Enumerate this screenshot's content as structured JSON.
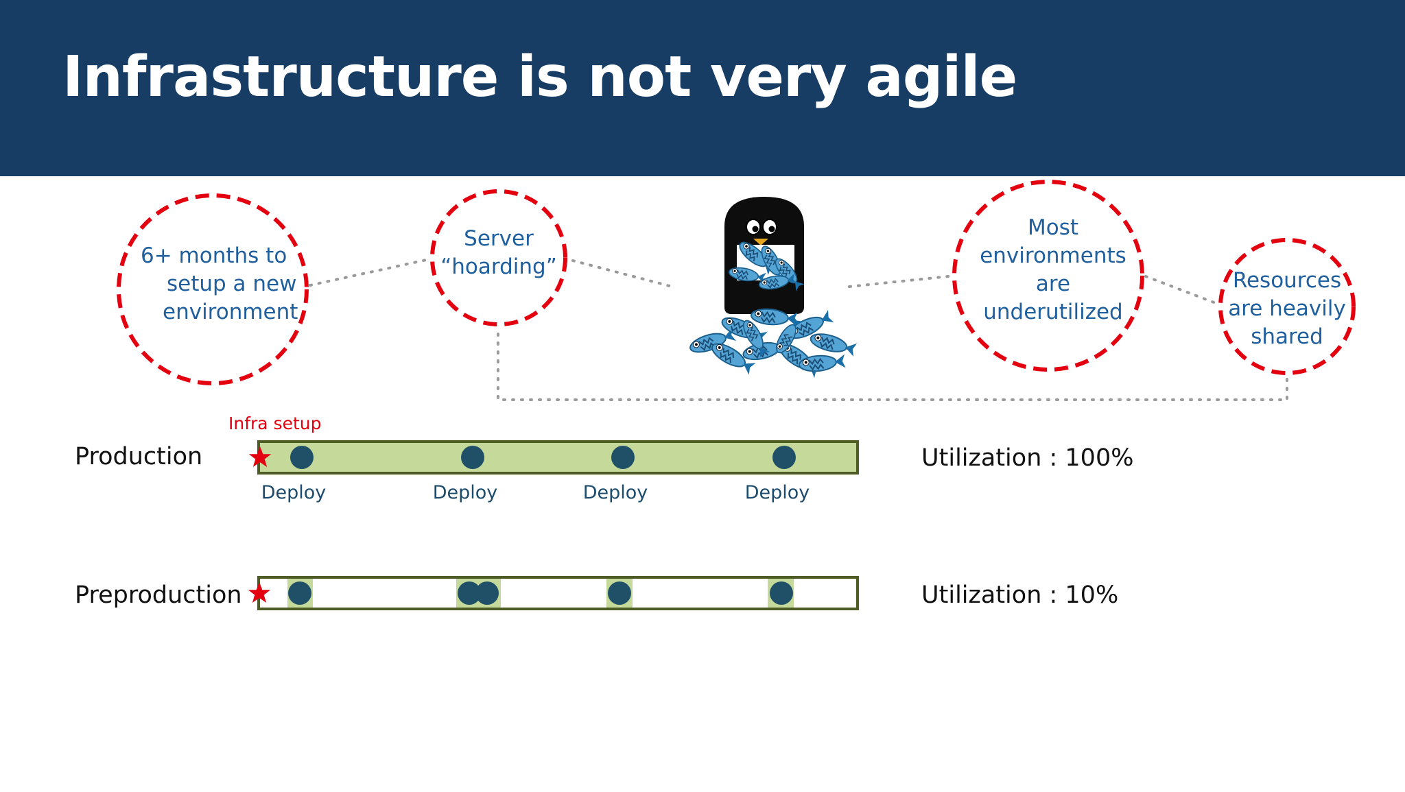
{
  "slide": {
    "title": "Infrastructure is not very agile"
  },
  "bubbles": {
    "setup": {
      "line1": "6+ months to",
      "line2": "setup a new",
      "line3": "environment"
    },
    "hoarding": {
      "line1": "Server",
      "line2": "“hoarding”"
    },
    "underutilized": {
      "line1": "Most",
      "line2": "environments",
      "line3": "are",
      "line4": "underutilized"
    },
    "shared": {
      "line1": "Resources",
      "line2": "are heavily",
      "line3": "shared"
    }
  },
  "illustration": {
    "icon": "penguin-hoarding-fish-icon"
  },
  "timeline": {
    "infra_label": "Infra setup",
    "production": {
      "label": "Production",
      "utilization": "Utilization : 100%",
      "deploys": [
        "Deploy",
        "Deploy",
        "Deploy",
        "Deploy"
      ]
    },
    "preproduction": {
      "label": "Preproduction",
      "utilization": "Utilization : 10%"
    }
  },
  "colors": {
    "header_bg": "#173d64",
    "bubble_border": "#e3000f",
    "bubble_text": "#1f5f9e",
    "bar_fill": "#c4d99a",
    "bar_border": "#4e5d25",
    "deploy_dot": "#1f5068",
    "star": "#e3000f"
  }
}
